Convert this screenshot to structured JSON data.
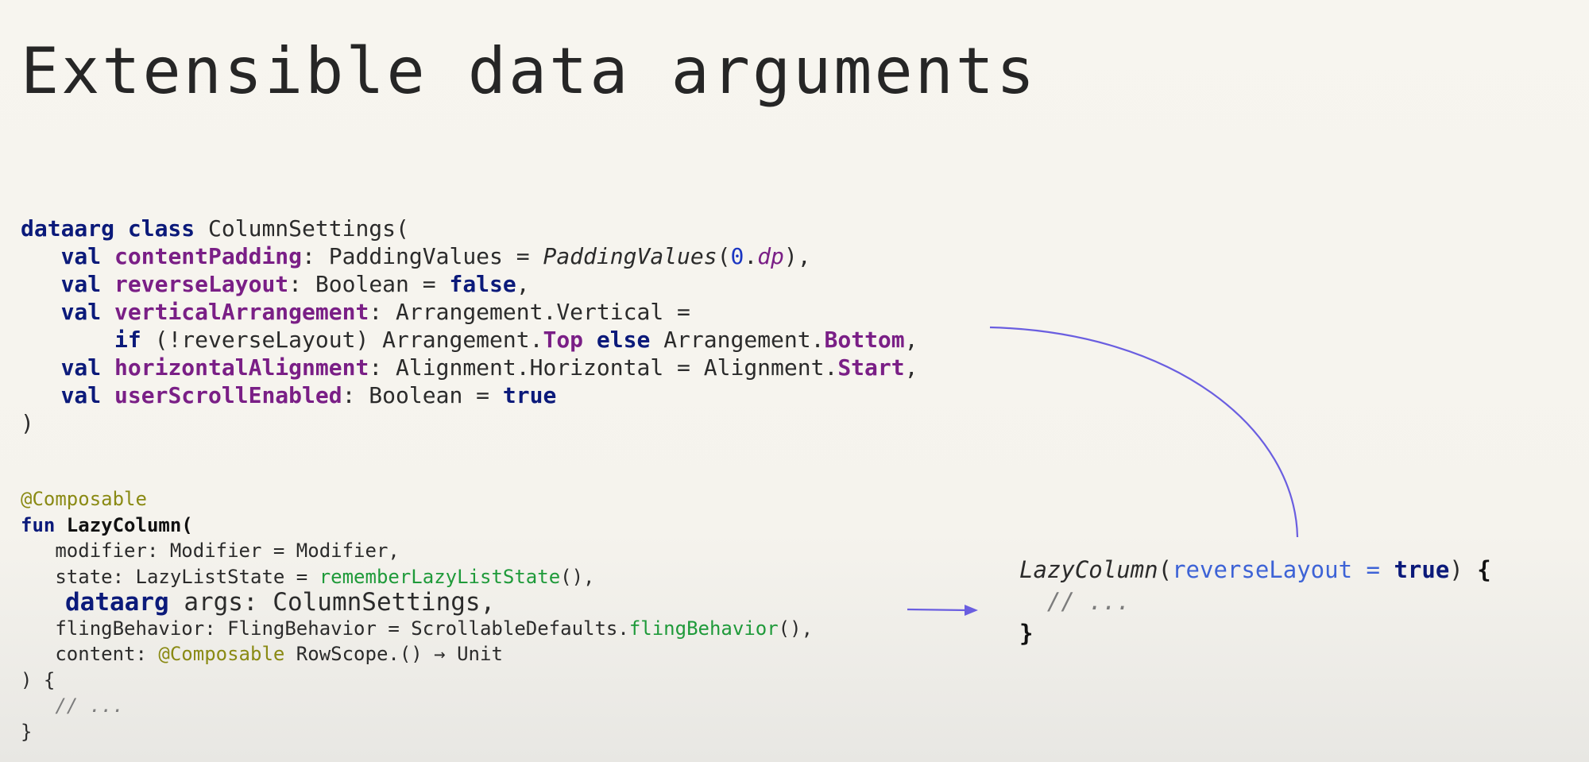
{
  "title": "Extensible data arguments",
  "colors": {
    "keyword": "#0b1a7a",
    "property": "#7a1f86",
    "annotation": "#8a8a14",
    "function_call": "#1f9a3a",
    "number": "#1b36c2",
    "named_argument": "#3d63d6",
    "comment": "#7c7c7c",
    "arrow": "#6a5ee0"
  },
  "settings_class": {
    "decl_keyword": "dataarg class",
    "class_open": " ColumnSettings(",
    "val": "val",
    "content_padding": {
      "name": "contentPadding",
      "type_part": ": PaddingValues = ",
      "default_fn": "PaddingValues",
      "paren_open": "(",
      "number": "0",
      "dot": ".",
      "unit": "dp",
      "tail": "),"
    },
    "reverse_layout": {
      "name": "reverseLayout",
      "type_part": ": Boolean = ",
      "value": "false",
      "tail": ","
    },
    "vertical_arrangement": {
      "name": "verticalArrangement",
      "type_part": ": Arrangement.Vertical ="
    },
    "if_line": {
      "if_kw": "if",
      "cond": " (!reverseLayout) Arrangement.",
      "top": "Top",
      "else_kw": " else",
      "mid": " Arrangement.",
      "bottom": "Bottom",
      "tail": ","
    },
    "horizontal_alignment": {
      "name": "horizontalAlignment",
      "type_part": ": Alignment.Horizontal = Alignment.",
      "value": "Start",
      "tail": ","
    },
    "user_scroll_enabled": {
      "name": "userScrollEnabled",
      "type_part": ": Boolean = ",
      "value": "true"
    },
    "close": ")"
  },
  "lazy_column_fn": {
    "annotation": "@Composable",
    "fun_kw": "fun",
    "fn_name": " LazyColumn(",
    "modifier_line": "modifier: Modifier = Modifier,",
    "state_prefix": "state: LazyListState = ",
    "state_call": "rememberLazyListState",
    "state_tail": "(),",
    "dataarg_kw": "dataarg",
    "args_line": " args: ColumnSettings,",
    "fling_prefix": "flingBehavior: FlingBehavior = ScrollableDefaults.",
    "fling_call": "flingBehavior",
    "fling_tail": "(),",
    "content_prefix": "content: ",
    "content_anno": "@Composable",
    "content_tail": " RowScope.() → Unit",
    "close_open": ") {",
    "comment": "// ...",
    "close": "}"
  },
  "call_site": {
    "fn": "LazyColumn",
    "paren_open": "(",
    "arg": "reverseLayout = ",
    "value": "true",
    "paren_close": ") ",
    "brace_open": "{",
    "comment": "// ...",
    "brace_close": "}"
  }
}
